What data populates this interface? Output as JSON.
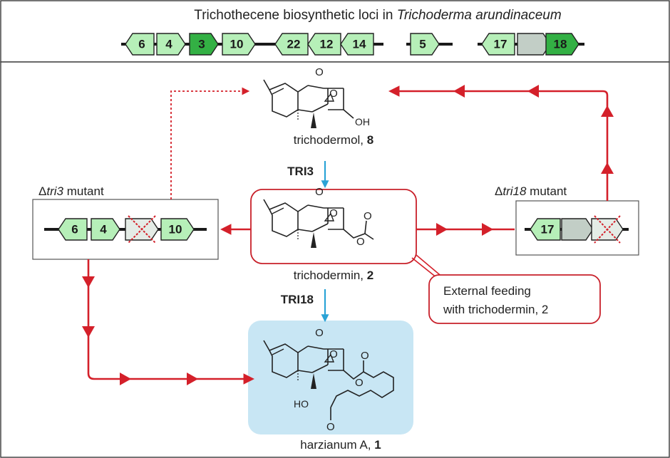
{
  "header": {
    "title_prefix": "Trichothecene biosynthetic loci in ",
    "title_species": "Trichoderma arundinaceum"
  },
  "loci": [
    {
      "label": "6",
      "dir": "left",
      "fill": "light"
    },
    {
      "label": "4",
      "dir": "right",
      "fill": "light"
    },
    {
      "label": "3",
      "dir": "right",
      "fill": "dark"
    },
    {
      "label": "10",
      "dir": "right",
      "fill": "light"
    },
    {
      "label": "22",
      "dir": "left",
      "fill": "light"
    },
    {
      "label": "12",
      "dir": "left",
      "fill": "light"
    },
    {
      "label": "14",
      "dir": "left",
      "fill": "light"
    },
    {
      "label": "5",
      "dir": "right",
      "fill": "light"
    },
    {
      "label": "17",
      "dir": "left",
      "fill": "light"
    },
    {
      "label": "",
      "dir": "right",
      "fill": "gray"
    },
    {
      "label": "18",
      "dir": "right",
      "fill": "dark"
    }
  ],
  "compounds": {
    "trichodermol": {
      "name": "trichodermol, ",
      "number": "8",
      "oh": "OH"
    },
    "trichodermin": {
      "name": "trichodermin, ",
      "number": "2"
    },
    "harzianum": {
      "name": "harzianum A, ",
      "number": "1",
      "ho": "HO"
    }
  },
  "enzymes": {
    "tri3": "TRI3",
    "tri18": "TRI18"
  },
  "mutants": {
    "tri3": {
      "delta": "Δ",
      "gene": "tri3",
      "suffix": " mutant",
      "genes": [
        {
          "label": "6",
          "dir": "left"
        },
        {
          "label": "4",
          "dir": "right"
        },
        {
          "label": "",
          "dir": "right",
          "deleted": true
        },
        {
          "label": "10",
          "dir": "right"
        }
      ]
    },
    "tri18": {
      "delta": "Δ",
      "gene": "tri18",
      "suffix": " mutant",
      "genes": [
        {
          "label": "17",
          "dir": "left"
        },
        {
          "label": "",
          "dir": "right",
          "fill": "gray"
        },
        {
          "label": "",
          "dir": "right",
          "deleted": true
        }
      ]
    }
  },
  "feeding": {
    "line1": "External feeding",
    "line2": "with trichodermin, 2"
  },
  "colors": {
    "gene_light": "#b6efb8",
    "gene_dark": "#33b044",
    "gene_gray": "#c2cec6",
    "pathway_red": "#d4202a",
    "enzyme_arrow": "#2aa3d6",
    "highlight_blue": "#c8e6f4"
  }
}
